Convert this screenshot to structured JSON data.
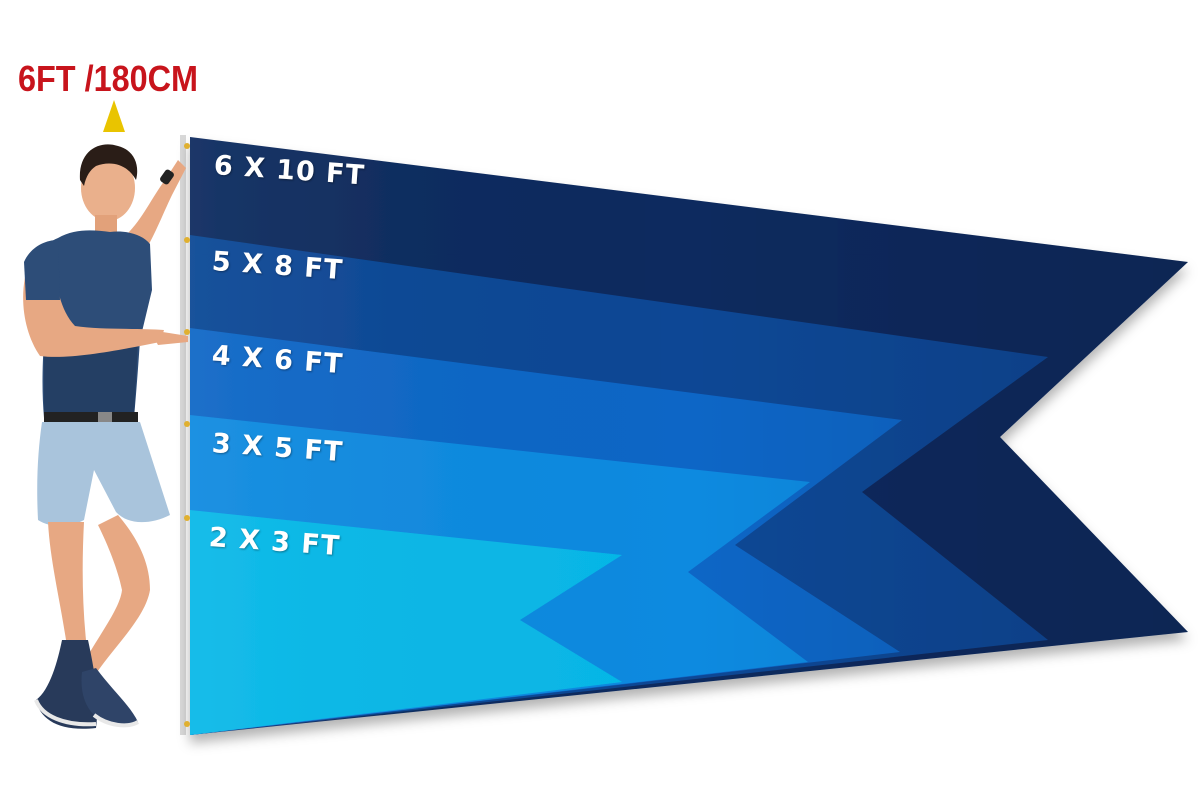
{
  "height_marker": {
    "label": "6FT /180CM",
    "arrow_color": "#e9c400",
    "label_color": "#c8141c"
  },
  "flag_sizes": [
    {
      "label": "6 X 10 FT",
      "color": "#0c2a5e"
    },
    {
      "label": "5 X 8 FT",
      "color": "#0b4795"
    },
    {
      "label": "4 X 6 FT",
      "color": "#0d66c6"
    },
    {
      "label": "3 X 5 FT",
      "color": "#0e8ae0"
    },
    {
      "label": "2 X 3 FT",
      "color": "#06b8e8"
    }
  ]
}
